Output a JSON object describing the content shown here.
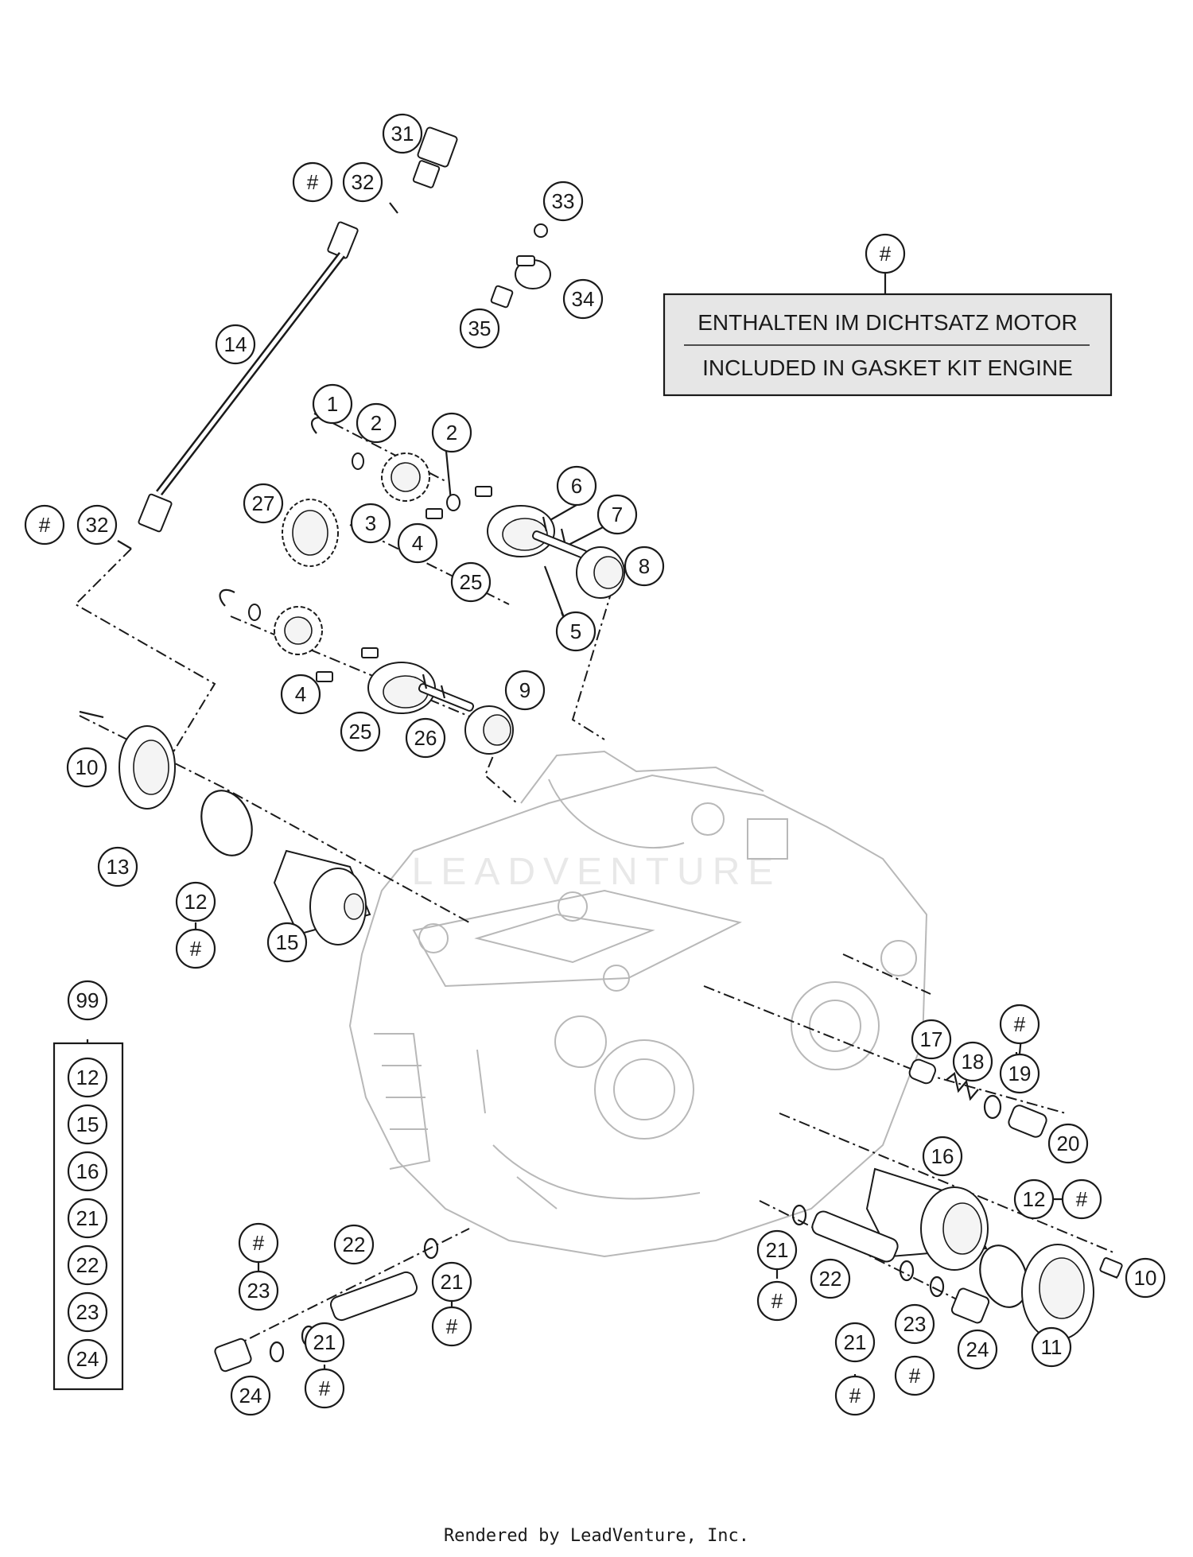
{
  "legend": {
    "marker": "#",
    "line_de": "ENTHALTEN IM DICHTSATZ MOTOR",
    "line_en": "INCLUDED IN GASKET KIT ENGINE"
  },
  "kit": {
    "number": "99",
    "items": [
      "12",
      "15",
      "16",
      "21",
      "22",
      "23",
      "24"
    ]
  },
  "watermark": "LEADVENTURE",
  "footer": "Rendered by LeadVenture, Inc.",
  "callouts": [
    {
      "id": "c31",
      "label": "31"
    },
    {
      "id": "c32a",
      "label": "32"
    },
    {
      "id": "c32a-hash",
      "label": "#"
    },
    {
      "id": "c33",
      "label": "33"
    },
    {
      "id": "c34",
      "label": "34"
    },
    {
      "id": "c35",
      "label": "35"
    },
    {
      "id": "c14",
      "label": "14"
    },
    {
      "id": "c1",
      "label": "1"
    },
    {
      "id": "c2a",
      "label": "2"
    },
    {
      "id": "c2b",
      "label": "2"
    },
    {
      "id": "c27",
      "label": "27"
    },
    {
      "id": "c3",
      "label": "3"
    },
    {
      "id": "c4a",
      "label": "4"
    },
    {
      "id": "c6",
      "label": "6"
    },
    {
      "id": "c7",
      "label": "7"
    },
    {
      "id": "c8",
      "label": "8"
    },
    {
      "id": "c25a",
      "label": "25"
    },
    {
      "id": "c5",
      "label": "5"
    },
    {
      "id": "c32b-hash",
      "label": "#"
    },
    {
      "id": "c32b",
      "label": "32"
    },
    {
      "id": "c4b",
      "label": "4"
    },
    {
      "id": "c9",
      "label": "9"
    },
    {
      "id": "c25b",
      "label": "25"
    },
    {
      "id": "c26",
      "label": "26"
    },
    {
      "id": "c10a",
      "label": "10"
    },
    {
      "id": "c13",
      "label": "13"
    },
    {
      "id": "c12a",
      "label": "12"
    },
    {
      "id": "c12a-hash",
      "label": "#"
    },
    {
      "id": "c15",
      "label": "15"
    },
    {
      "id": "c17",
      "label": "17"
    },
    {
      "id": "c18",
      "label": "18"
    },
    {
      "id": "c19-hash",
      "label": "#"
    },
    {
      "id": "c19",
      "label": "19"
    },
    {
      "id": "c20",
      "label": "20"
    },
    {
      "id": "c16",
      "label": "16"
    },
    {
      "id": "c12b",
      "label": "12"
    },
    {
      "id": "c12b-hash",
      "label": "#"
    },
    {
      "id": "c10b",
      "label": "10"
    },
    {
      "id": "c11",
      "label": "11"
    },
    {
      "id": "c23a-hash",
      "label": "#"
    },
    {
      "id": "c23a",
      "label": "23"
    },
    {
      "id": "c22a",
      "label": "22"
    },
    {
      "id": "c21a",
      "label": "21"
    },
    {
      "id": "c21a-hash",
      "label": "#"
    },
    {
      "id": "c21b",
      "label": "21"
    },
    {
      "id": "c21b-hash",
      "label": "#"
    },
    {
      "id": "c24a",
      "label": "24"
    },
    {
      "id": "c21c",
      "label": "21"
    },
    {
      "id": "c21c-hash",
      "label": "#"
    },
    {
      "id": "c22b",
      "label": "22"
    },
    {
      "id": "c21d",
      "label": "21"
    },
    {
      "id": "c21d-hash",
      "label": "#"
    },
    {
      "id": "c23b",
      "label": "23"
    },
    {
      "id": "c23b-hash",
      "label": "#"
    },
    {
      "id": "c24b",
      "label": "24"
    }
  ]
}
